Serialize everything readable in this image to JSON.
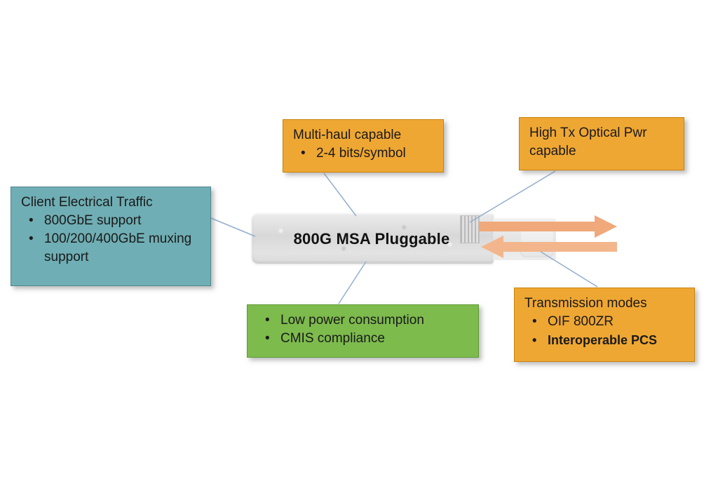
{
  "diagram": {
    "module": {
      "label": "800G MSA Pluggable"
    },
    "callouts": {
      "multi_haul": {
        "title": "Multi-haul capable",
        "bullets": [
          "2-4 bits/symbol"
        ]
      },
      "high_tx": {
        "title": "High Tx Optical Pwr capable"
      },
      "client": {
        "title": "Client Electrical Traffic",
        "bullets": [
          "800GbE support",
          "100/200/400GbE muxing support"
        ]
      },
      "power": {
        "bullets": [
          "Low power consumption",
          "CMIS compliance"
        ]
      },
      "transmission": {
        "title": "Transmission modes",
        "bullets": [
          "OIF 800ZR",
          "Interoperable PCS"
        ]
      }
    },
    "colors": {
      "orange_box": "#EFA733",
      "teal_box": "#6FAEB4",
      "green_box": "#7DBB4D",
      "connector_line": "#94AECB",
      "transmit_arrow": "#F0A97A",
      "receive_arrow": "#F3B68C",
      "text": "#1A1A1A"
    }
  }
}
